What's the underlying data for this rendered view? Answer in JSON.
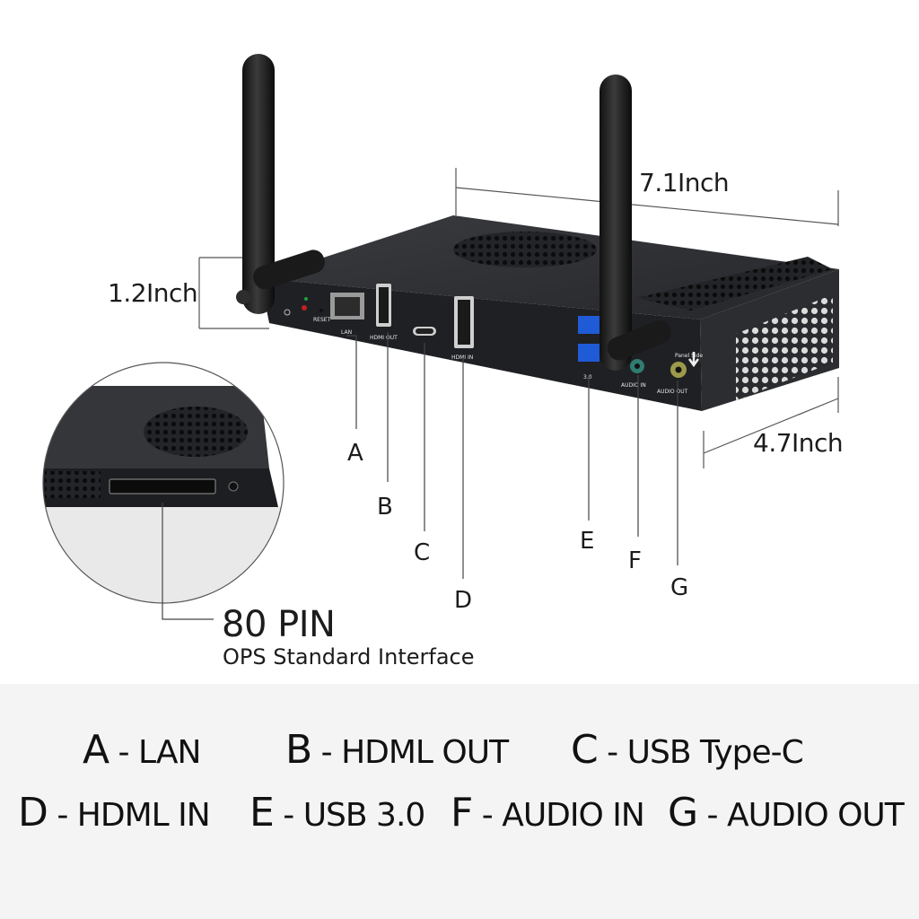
{
  "dimensions": {
    "width": "7.1Inch",
    "height": "1.2Inch",
    "depth": "4.7Inch"
  },
  "port_markings": {
    "reset": "RESET",
    "lan": "LAN",
    "hdmi_out": "HDMI OUT",
    "hdmi_in": "HDMI IN",
    "usb": "3.0",
    "audio_in": "AUDIO IN",
    "audio_out": "AUDIO OUT",
    "panel_side": "Panel Side"
  },
  "callout_letters": [
    "A",
    "B",
    "C",
    "D",
    "E",
    "F",
    "G"
  ],
  "interface": {
    "title": "80 PIN",
    "subtitle": "OPS Standard Interface"
  },
  "legend": [
    {
      "key": "A",
      "sep": " - ",
      "value": "LAN"
    },
    {
      "key": "B",
      "sep": " - ",
      "value": "HDML OUT"
    },
    {
      "key": "C",
      "sep": " - ",
      "value": "USB Type-C"
    },
    {
      "key": "D",
      "sep": " - ",
      "value": "HDML IN"
    },
    {
      "key": "E",
      "sep": " - ",
      "value": "USB 3.0"
    },
    {
      "key": "F",
      "sep": " - ",
      "value": "AUDIO IN"
    },
    {
      "key": "G",
      "sep": " - ",
      "value": "AUDIO OUT"
    }
  ]
}
